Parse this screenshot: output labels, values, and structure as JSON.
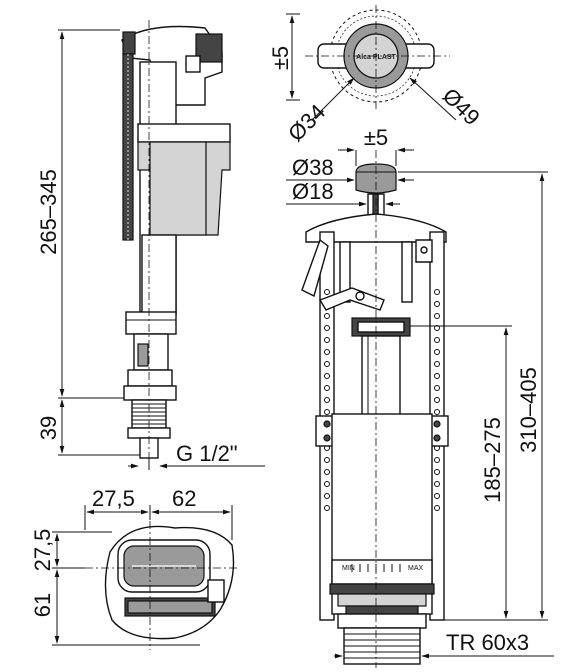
{
  "brand_logo_text": "Alca PLAST",
  "fill_valve": {
    "height_range": "265–345",
    "connector_height": "39",
    "thread": "G 1/2\""
  },
  "fill_valve_top_view": {
    "offset_a": "27,5",
    "offset_b": "62",
    "offset_c": "27,5",
    "depth": "61"
  },
  "button_top_view": {
    "offset": "±5",
    "inner_diameter": "Ø34",
    "outer_diameter": "Ø49"
  },
  "flush_valve": {
    "button_offset": "±5",
    "button_diameter": "Ø38",
    "rod_diameter": "Ø18",
    "overflow_height": "185–275",
    "total_height": "310–405",
    "thread": "TR 60x3",
    "scale_min": "MIN",
    "scale_max": "MAX"
  }
}
